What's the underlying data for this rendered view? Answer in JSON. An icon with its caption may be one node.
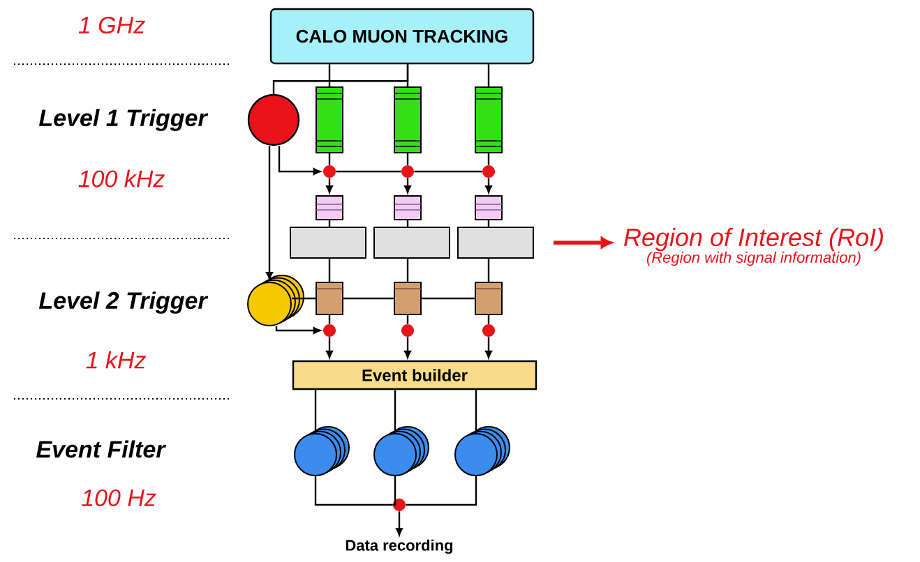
{
  "diagram": {
    "nodes": [
      {
        "text": [
          "CALO   MUON  TRACKING"
        ]
      },
      {
        "text": [],
        "shape": "circle"
      },
      {
        "text": [],
        "shape": "bar"
      },
      {
        "text": [],
        "shape": "bar"
      },
      {
        "text": [],
        "shape": "bar"
      },
      {
        "text": [],
        "shape": "circle"
      },
      {
        "text": [],
        "shape": "circle"
      },
      {
        "text": [],
        "shape": "circle"
      },
      {
        "text": [],
        "shape": "box"
      },
      {
        "text": [],
        "shape": "box"
      },
      {
        "text": [],
        "shape": "box"
      },
      {
        "text": [],
        "shape": "box"
      },
      {
        "text": [],
        "shape": "box"
      },
      {
        "text": [],
        "shape": "box"
      },
      {
        "text": [
          "Region of Interest (RoI)",
          "(Region with signal information)"
        ]
      },
      {
        "text": [],
        "shape": "circle"
      },
      {
        "text": [],
        "shape": "box"
      },
      {
        "text": [],
        "shape": "box"
      },
      {
        "text": [],
        "shape": "box"
      },
      {
        "text": [],
        "shape": "circle"
      },
      {
        "text": [],
        "shape": "circle"
      },
      {
        "text": [],
        "shape": "circle"
      },
      {
        "text": [
          "Event builder"
        ]
      },
      {
        "text": [],
        "shape": "circle"
      },
      {
        "text": [],
        "shape": "circle"
      },
      {
        "text": [],
        "shape": "circle"
      },
      {
        "text": [],
        "shape": "circle"
      },
      {
        "text": [
          "Data recording"
        ]
      }
    ],
    "edges": [
      {
        "from": 0,
        "to": 2,
        "arrow": "none"
      },
      {
        "from": 0,
        "to": 3,
        "arrow": "none"
      },
      {
        "from": 0,
        "to": 4,
        "arrow": "none"
      },
      {
        "from": 0,
        "to": 1,
        "arrow": "none"
      },
      {
        "from": 2,
        "to": 5,
        "arrow": "none"
      },
      {
        "from": 3,
        "to": 6,
        "arrow": "none"
      },
      {
        "from": 4,
        "to": 7,
        "arrow": "none"
      },
      {
        "from": 1,
        "to": 5,
        "arrow": "to"
      },
      {
        "from": 5,
        "to": 6,
        "arrow": "none"
      },
      {
        "from": 6,
        "to": 7,
        "arrow": "none"
      },
      {
        "from": 5,
        "to": 8,
        "arrow": "to"
      },
      {
        "from": 6,
        "to": 9,
        "arrow": "to"
      },
      {
        "from": 7,
        "to": 10,
        "arrow": "to"
      },
      {
        "from": 8,
        "to": 11,
        "arrow": "none"
      },
      {
        "from": 9,
        "to": 12,
        "arrow": "none"
      },
      {
        "from": 10,
        "to": 13,
        "arrow": "none"
      },
      {
        "from": 13,
        "to": 14,
        "arrow": "to",
        "style": "thick",
        "color": "#e8141a"
      },
      {
        "from": 1,
        "to": 15,
        "arrow": "to"
      },
      {
        "from": 11,
        "to": 16,
        "arrow": "none"
      },
      {
        "from": 12,
        "to": 17,
        "arrow": "none"
      },
      {
        "from": 13,
        "to": 18,
        "arrow": "none"
      },
      {
        "from": 15,
        "to": 16,
        "arrow": "none"
      },
      {
        "from": 16,
        "to": 17,
        "arrow": "none"
      },
      {
        "from": 17,
        "to": 18,
        "arrow": "none"
      },
      {
        "from": 16,
        "to": 19,
        "arrow": "none"
      },
      {
        "from": 17,
        "to": 20,
        "arrow": "none"
      },
      {
        "from": 18,
        "to": 21,
        "arrow": "none"
      },
      {
        "from": 15,
        "to": 19,
        "arrow": "to"
      },
      {
        "from": 19,
        "to": 22,
        "arrow": "to"
      },
      {
        "from": 20,
        "to": 22,
        "arrow": "to"
      },
      {
        "from": 21,
        "to": 22,
        "arrow": "to"
      },
      {
        "from": 22,
        "to": 23,
        "arrow": "none"
      },
      {
        "from": 22,
        "to": 24,
        "arrow": "none"
      },
      {
        "from": 22,
        "to": 25,
        "arrow": "none"
      },
      {
        "from": 23,
        "to": 26,
        "arrow": "none"
      },
      {
        "from": 24,
        "to": 26,
        "arrow": "none"
      },
      {
        "from": 25,
        "to": 26,
        "arrow": "none"
      },
      {
        "from": 26,
        "to": 27,
        "arrow": "to"
      }
    ],
    "labels": [
      "1 GHz",
      "Level 1 Trigger",
      "100 kHz",
      "Level 2 Trigger",
      "1 kHz",
      "Event Filter",
      "100 Hz"
    ]
  }
}
